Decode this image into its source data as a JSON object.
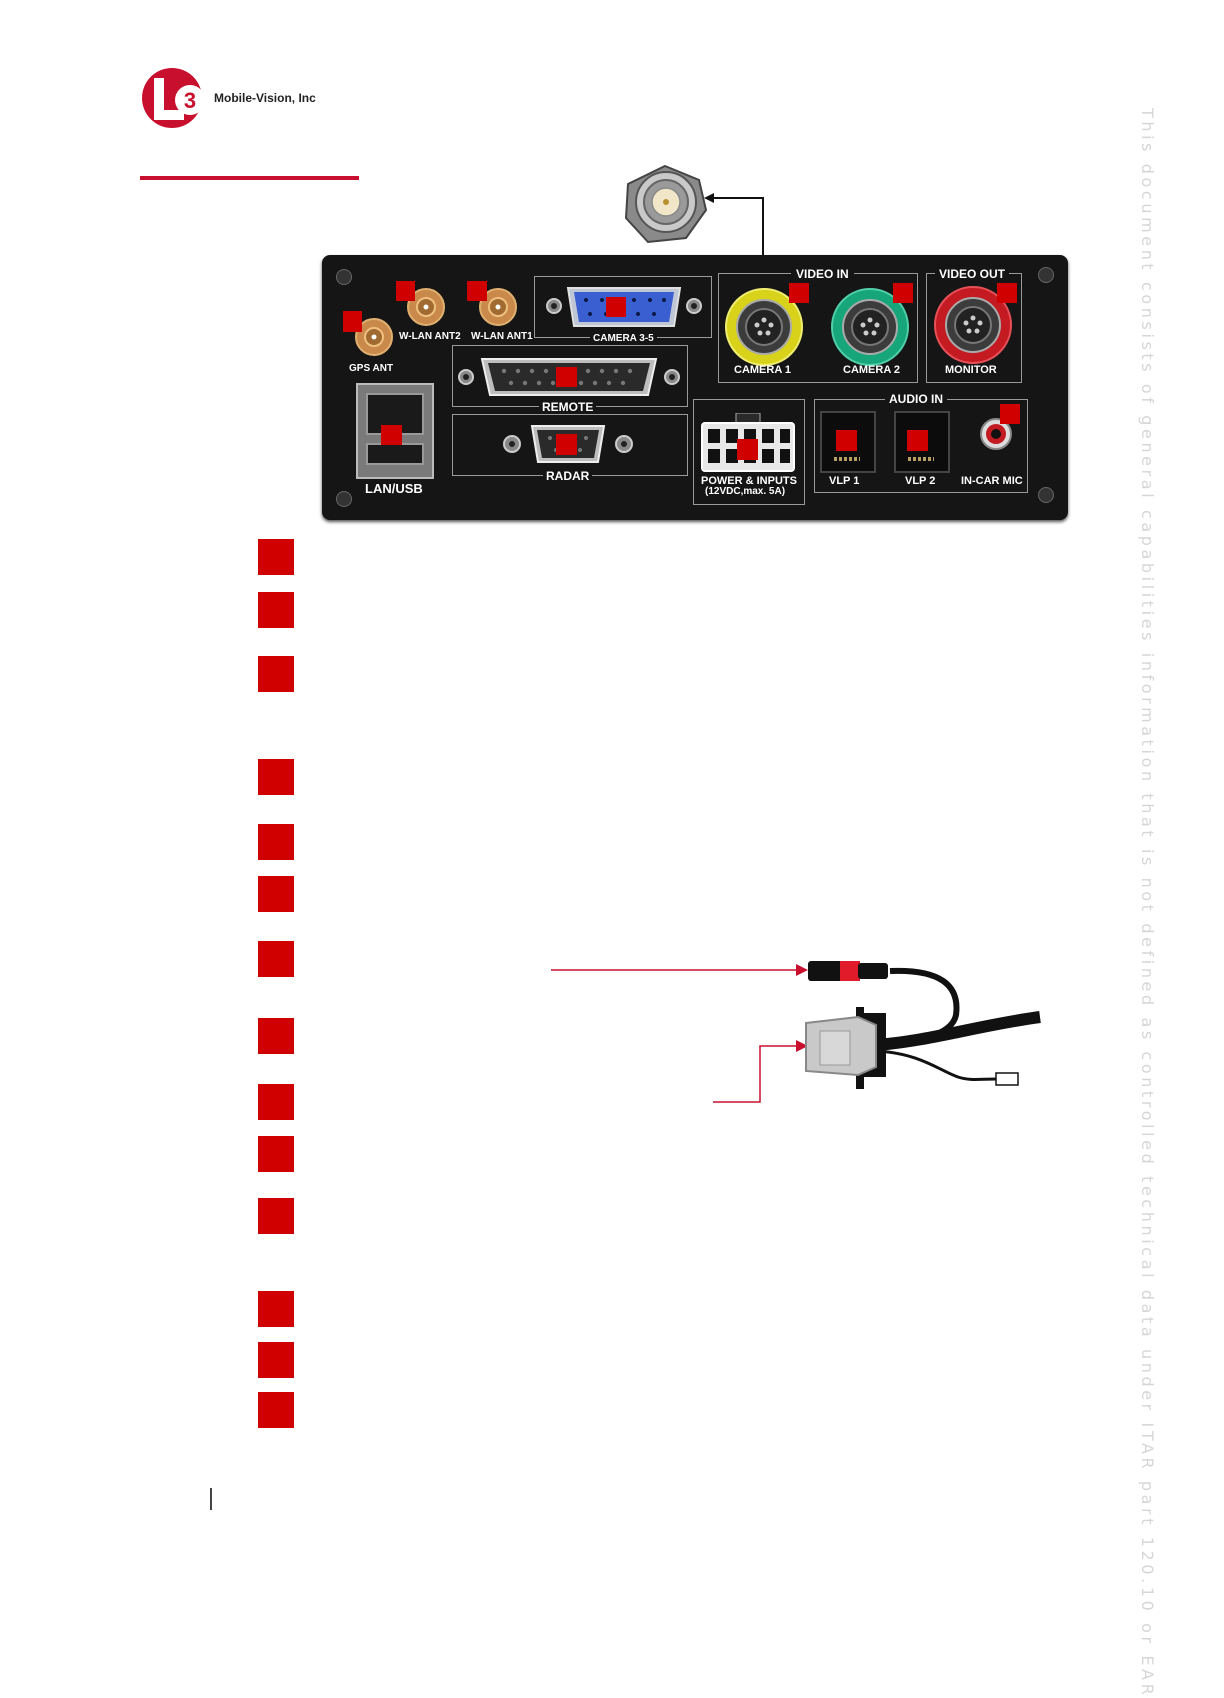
{
  "header": {
    "company_name": "Mobile-Vision, Inc",
    "logo_text": "L3"
  },
  "panel": {
    "labels": {
      "gps_ant": "GPS ANT",
      "wlan_ant2": "W-LAN ANT2",
      "wlan_ant1": "W-LAN ANT1",
      "camera_3_5": "CAMERA 3-5",
      "video_in": "VIDEO IN",
      "video_out": "VIDEO OUT",
      "camera_1": "CAMERA 1",
      "camera_2": "CAMERA 2",
      "monitor": "MONITOR",
      "remote": "REMOTE",
      "lan_usb": "LAN/USB",
      "radar": "RADAR",
      "power_inputs": "POWER & INPUTS",
      "power_spec": "(12VDC,max. 5A)",
      "audio_in": "AUDIO IN",
      "vlp1": "VLP 1",
      "vlp2": "VLP 2",
      "in_car_mic": "IN-CAR MIC"
    }
  },
  "legend_item_count": 14,
  "side_notice": "This document consists of general capabilities information that is not defined as controlled technical data under  ITAR part 120.10 or EAR",
  "colors": {
    "brand_red": "#c8102e",
    "marker_red": "#d00000",
    "camera1_yellow": "#d8d21a",
    "camera2_green": "#17a57a",
    "monitor_red": "#c41a22",
    "camera35_blue": "#3a5fd0"
  }
}
